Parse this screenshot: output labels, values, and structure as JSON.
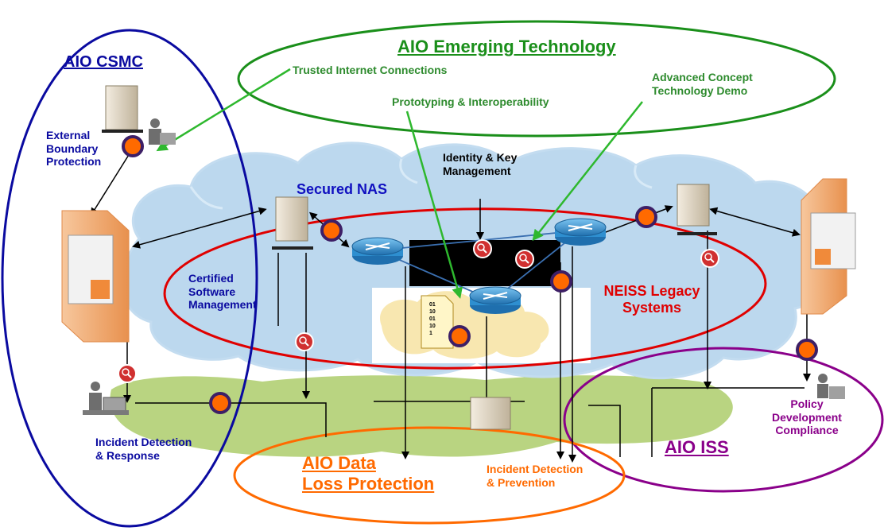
{
  "groups": {
    "csmc": {
      "title": "AIO CSMC",
      "color": "#0a0aa0"
    },
    "emerging": {
      "title": "AIO Emerging Technology",
      "color": "#1a8f1a"
    },
    "dlp": {
      "title_line1": "AIO Data",
      "title_line2": "Loss Protection",
      "color": "#ff6a00"
    },
    "iss": {
      "title": "AIO ISS",
      "color": "#8a008a"
    },
    "neiss": {
      "line1": "NEISS Legacy",
      "line2": "Systems",
      "color": "#e00000"
    }
  },
  "labels": {
    "trusted_internet": "Trusted Internet Connections",
    "advanced_concept_1": "Advanced Concept",
    "advanced_concept_2": "Technology Demo",
    "prototyping": "Prototyping & Interoperability",
    "identity_1": "Identity & Key",
    "identity_2": "Management",
    "external_1": "External",
    "external_2": "Boundary",
    "external_3": "Protection",
    "secured_nas": "Secured NAS",
    "certified_1": "Certified",
    "certified_2": "Software",
    "certified_3": "Management",
    "incident_response_1": "Incident Detection",
    "incident_response_2": "& Response",
    "incident_prevention_1": "Incident Detection",
    "incident_prevention_2": "& Prevention",
    "policy_1": "Policy",
    "policy_2": "Development",
    "policy_3": "Compliance"
  },
  "document_icon_text": [
    "01",
    "10",
    "01",
    "10",
    "1"
  ],
  "colors": {
    "cloud_fill": "#bcd8ee",
    "ground_fill": "#b5d27a",
    "router": "#2e8fd0",
    "server": "#d8ccb0",
    "panel": "#f1b07a",
    "node_dot": "#ff6a00",
    "node_ring": "#3d1f66",
    "search_icon": "#d03030",
    "dark_green_text": "#2e8b2e",
    "black": "#000000"
  },
  "icons": [
    "server-icon",
    "router-icon",
    "firewall-icon",
    "search-icon",
    "node-dot-icon",
    "workstation-icon",
    "document-icon"
  ]
}
